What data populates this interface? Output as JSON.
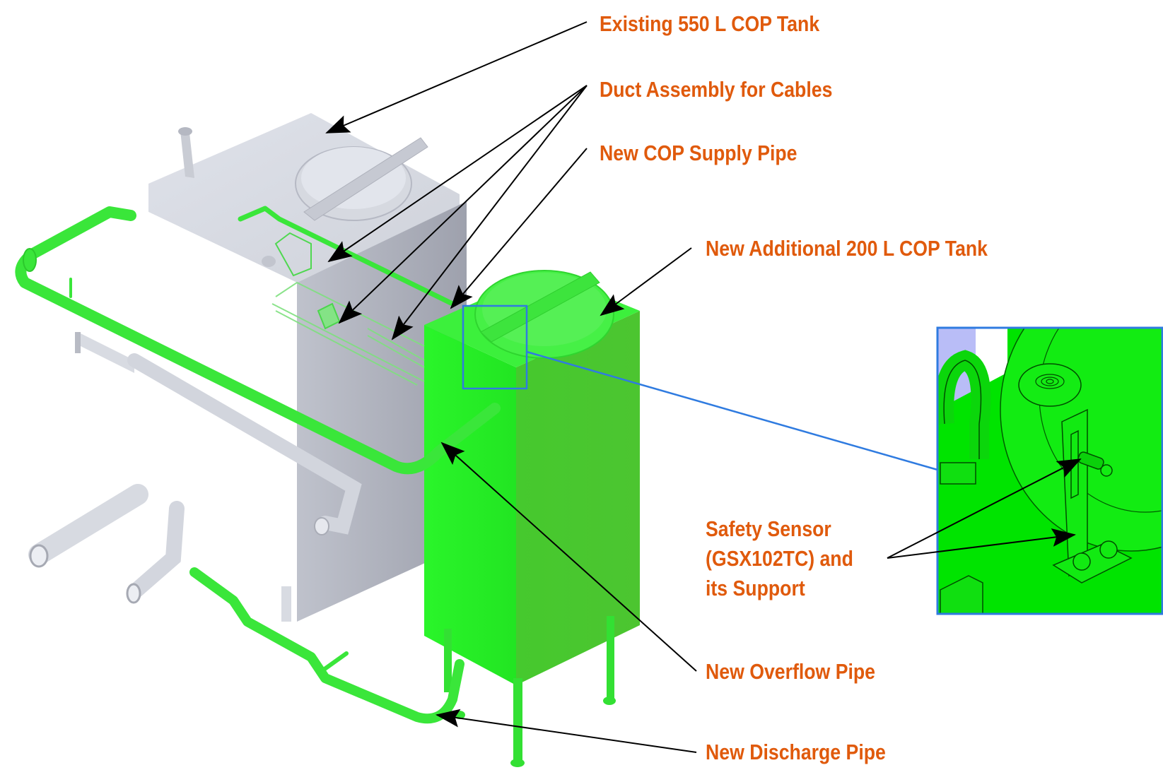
{
  "diagram": {
    "type": "annotated 3D CAD rendering",
    "colors": {
      "callout_text": "#e05a0c",
      "new_parts": "#33e633",
      "existing_parts": "#c9ccd6",
      "inset_border": "#2f7be0",
      "arrows": "#000000"
    },
    "callouts": [
      {
        "id": "existing-tank",
        "text": "Existing 550 L COP Tank"
      },
      {
        "id": "duct-assembly",
        "text": "Duct Assembly for Cables"
      },
      {
        "id": "supply-pipe",
        "text": "New COP Supply Pipe"
      },
      {
        "id": "additional-tank",
        "text": "New Additional 200 L COP Tank"
      },
      {
        "id": "safety-sensor",
        "lines": [
          "Safety Sensor",
          "(GSX102TC) and",
          "its Support"
        ]
      },
      {
        "id": "overflow-pipe",
        "text": "New Overflow Pipe"
      },
      {
        "id": "discharge-pipe",
        "text": "New Discharge Pipe"
      }
    ],
    "inset": {
      "label": "detail-view-safety-sensor"
    }
  }
}
